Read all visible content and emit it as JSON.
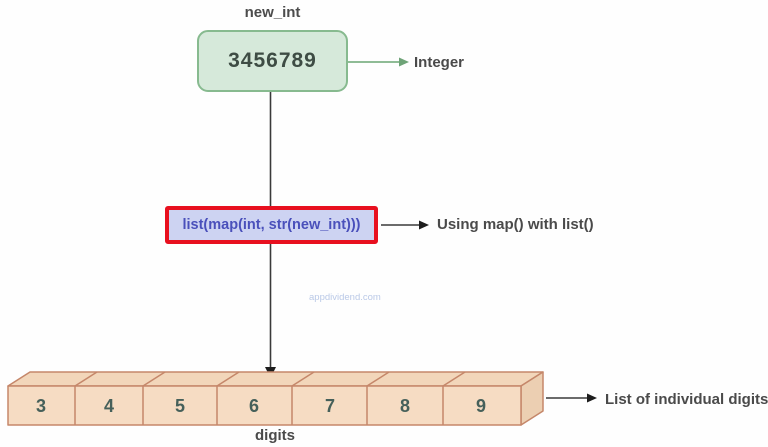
{
  "diagram": {
    "variable_label": "new_int",
    "integer_box": {
      "value": "3456789"
    },
    "integer_annotation": "Integer",
    "code_box": {
      "code": "list(map(int, str(new_int)))"
    },
    "code_annotation": "Using map() with list()",
    "watermark": "appdividend.com",
    "digits_array": {
      "cells": [
        "3",
        "4",
        "5",
        "6",
        "7",
        "8",
        "9"
      ],
      "label": "digits"
    },
    "list_annotation": "List of individual digits",
    "colors": {
      "integer_box_fill": "#d6e9da",
      "integer_box_border": "#87ba8f",
      "integer_arrow": "#7fb287",
      "code_box_fill": "#cdd3f2",
      "code_box_border": "#e8101f",
      "code_text": "#4a50bb",
      "array_fill": "#f6dcc3",
      "array_fill_top": "#f2d6ba",
      "array_fill_end": "#eccfb2",
      "array_border": "#c5876a",
      "digit_text": "#46605a",
      "label_text": "#4a4a4a",
      "watermark_text": "#bac9e7",
      "connector": "#3a3a3a"
    }
  }
}
